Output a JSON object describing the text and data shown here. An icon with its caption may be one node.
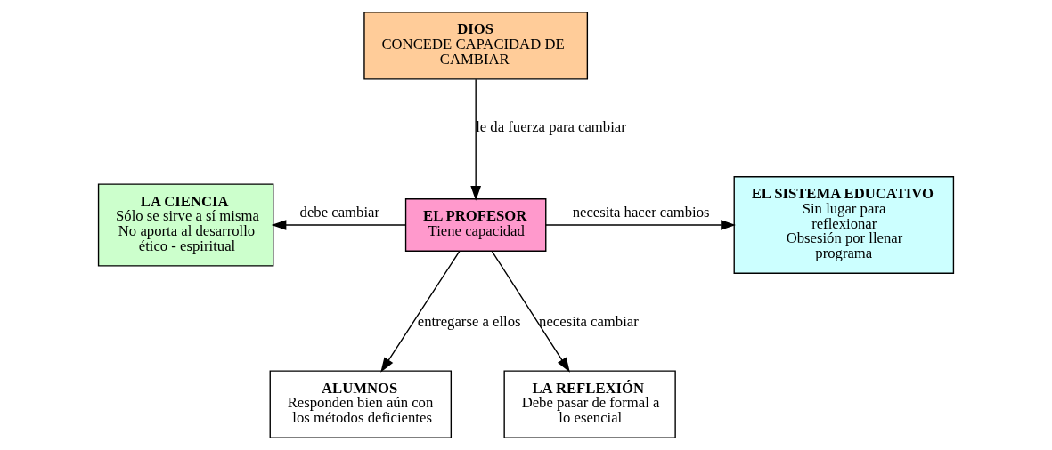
{
  "diagram": {
    "nodes": [
      {
        "text": [
          "DIOS",
          "CONCEDE CAPACIDAD DE CAMBIAR"
        ]
      },
      {
        "text": [
          "LA CIENCIA",
          "Sólo se sirve a sí misma",
          "No aporta al desarrollo ético - espiritual"
        ]
      },
      {
        "text": [
          "EL PROFESOR",
          "Tiene capacidad"
        ]
      },
      {
        "text": [
          "EL SISTEMA EDUCATIVO",
          "Sin lugar para reflexionar",
          "Obsesión por llenar programa"
        ]
      },
      {
        "text": [
          "ALUMNOS",
          "Responden bien aún con los métodos deficientes"
        ]
      },
      {
        "text": [
          "LA REFLEXIÓN",
          "Debe pasar de formal a lo esencial"
        ]
      }
    ],
    "edges": [
      {
        "from": 0,
        "to": 2,
        "arrow": "to",
        "label": "le da fuerza para cambiar"
      },
      {
        "from": 2,
        "to": 1,
        "arrow": "to",
        "label": "debe cambiar"
      },
      {
        "from": 2,
        "to": 3,
        "arrow": "to",
        "label": "necesita hacer cambios"
      },
      {
        "from": 2,
        "to": 4,
        "arrow": "to",
        "label": "entregarse a ellos"
      },
      {
        "from": 2,
        "to": 5,
        "arrow": "to",
        "label": "necesita cambiar"
      }
    ]
  }
}
